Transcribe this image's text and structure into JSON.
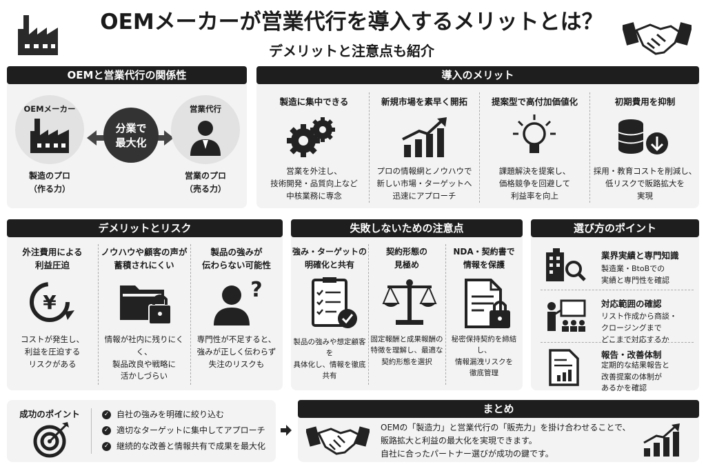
{
  "header": {
    "title": "OEMメーカーが営業代行を導入するメリットとは？",
    "subtitle": "デメリットと注意点も紹介"
  },
  "relation": {
    "heading": "OEMと営業代行の関係性",
    "left_label": "OEMメーカー",
    "left_caption": [
      "製造のプロ",
      "（作る力）"
    ],
    "center": [
      "分業で",
      "最大化"
    ],
    "right_label": "営業代行",
    "right_caption": [
      "営業のプロ",
      "（売る力）"
    ]
  },
  "merits": {
    "heading": "導入のメリット",
    "items": [
      {
        "title": "製造に集中できる",
        "icon": "gears-icon",
        "desc": [
          "営業を外注し、",
          "技術開発・品質向上など",
          "中核業務に専念"
        ]
      },
      {
        "title": "新規市場を素早く開拓",
        "icon": "growth-chart-icon",
        "desc": [
          "プロの情報網とノウハウで",
          "新しい市場・ターゲットへ",
          "迅速にアプローチ"
        ]
      },
      {
        "title": "提案型で高付加価値化",
        "icon": "lightbulb-icon",
        "desc": [
          "課題解決を提案し、",
          "価格競争を回避して",
          "利益率を向上"
        ]
      },
      {
        "title": "初期費用を抑制",
        "icon": "coins-down-icon",
        "desc": [
          "採用・教育コストを削減し、",
          "低リスクで販路拡大を",
          "実現"
        ]
      }
    ]
  },
  "risks": {
    "heading": "デメリットとリスク",
    "items": [
      {
        "title": [
          "外注費用による",
          "利益圧迫"
        ],
        "icon": "yen-cycle-icon",
        "desc": [
          "コストが発生し、",
          "利益を圧迫する",
          "リスクがある"
        ]
      },
      {
        "title": [
          "ノウハウや顧客の声が",
          "蓄積されにくい"
        ],
        "icon": "locked-folder-icon",
        "desc": [
          "情報が社内に残りにくく、",
          "製品改良や戦略に",
          "活かしづらい"
        ]
      },
      {
        "title": [
          "製品の強みが",
          "伝わらない可能性"
        ],
        "icon": "confused-person-icon",
        "desc": [
          "専門性が不足すると、",
          "強みが正しく伝わらず",
          "失注のリスクも"
        ]
      }
    ]
  },
  "cautions": {
    "heading": "失敗しないための注意点",
    "items": [
      {
        "title": [
          "強み・ターゲットの",
          "明確化と共有"
        ],
        "icon": "checklist-icon",
        "desc": [
          "製品の強みや想定顧客を",
          "具体化し、情報を徹底共有"
        ]
      },
      {
        "title": [
          "契約形態の",
          "見極め"
        ],
        "icon": "scale-icon",
        "desc": [
          "固定報酬と成果報酬の",
          "特徴を理解し、最適な",
          "契約形態を選択"
        ]
      },
      {
        "title": [
          "NDA・契約書で",
          "情報を保護"
        ],
        "icon": "locked-document-icon",
        "desc": [
          "秘密保持契約を締結し、",
          "情報漏洩リスクを",
          "徹底管理"
        ]
      }
    ]
  },
  "selection": {
    "heading": "選び方のポイント",
    "items": [
      {
        "title": "業界実績と専門知識",
        "icon": "building-search-icon",
        "desc": [
          "製造業・BtoBでの",
          "実績と専門性を確認"
        ]
      },
      {
        "title": "対応範囲の確認",
        "icon": "presenter-icon",
        "desc": [
          "リスト作成から商談・",
          "クロージングまで",
          "どこまで対応するか"
        ]
      },
      {
        "title": "報告・改善体制",
        "icon": "report-icon",
        "desc": [
          "定期的な結果報告と",
          "改善提案の体制が",
          "あるかを確認"
        ]
      }
    ]
  },
  "success": {
    "heading": "成功のポイント",
    "icon": "target-icon",
    "items": [
      "自社の強みを明確に絞り込む",
      "適切なターゲットに集中してアプローチ",
      "継続的な改善と情報共有で成果を最大化"
    ]
  },
  "summary": {
    "heading": "まとめ",
    "lines": [
      "OEMの「製造力」と営業代行の「販売力」を掛け合わせることで、",
      "販路拡大と利益の最大化を実現できます。",
      "自社に合ったパートナー選びが成功の鍵です。"
    ]
  }
}
